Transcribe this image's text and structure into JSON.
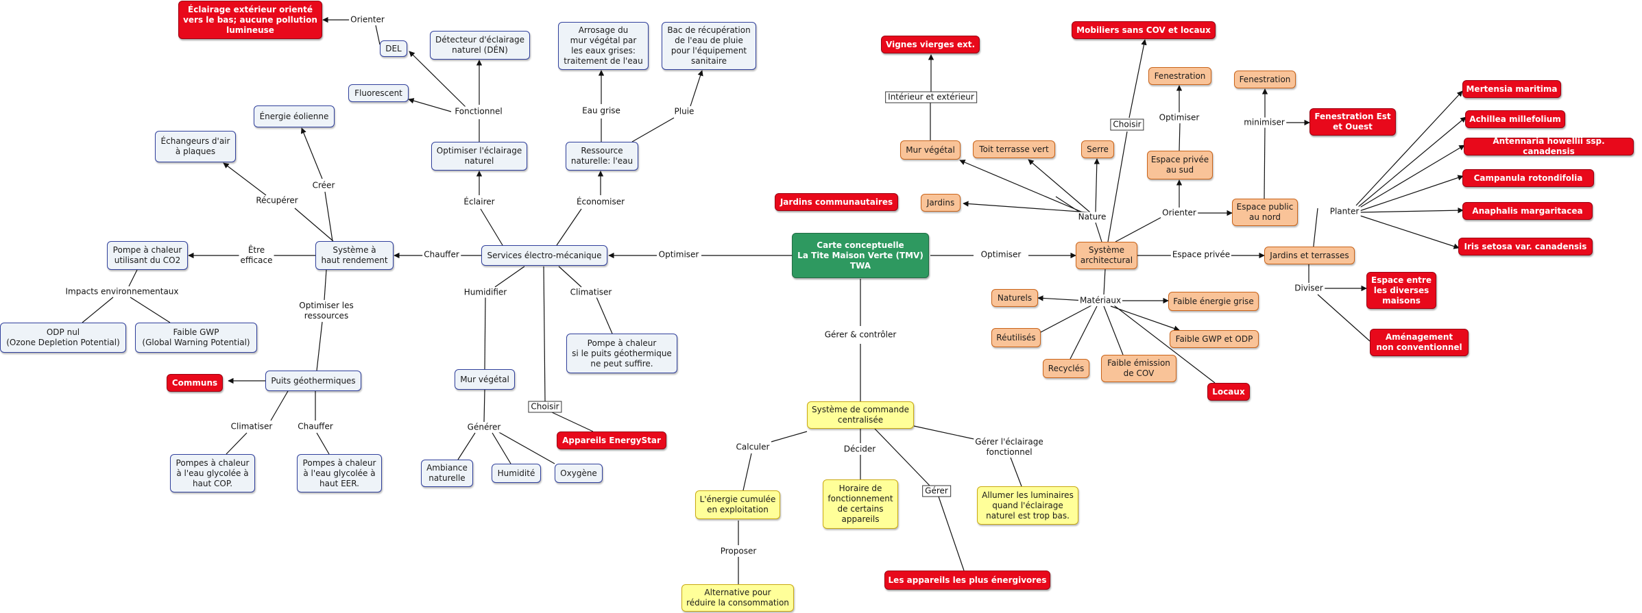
{
  "colors": {
    "concept_blue": "#eef3f8",
    "concept_orange": "#f9c398",
    "concept_yellow": "#ffff99",
    "concept_red": "#e8091b",
    "root_green": "#2e9960",
    "line": "#111111"
  },
  "root": {
    "title": "Carte conceptuelle\nLa Tite Maison Verte (TMV)\nTWA"
  },
  "nodes": {
    "eclairage_ext": "Éclairage extérieur orienté\nvers le bas; aucune pollution\nlumineuse",
    "del": "DEL",
    "detecteur": "Détecteur d'éclairage\nnaturel (DÉN)",
    "fluorescent": "Fluorescent",
    "arrosage": "Arrosage du\nmur végétal par\nles eaux grises:\ntraitement de l'eau",
    "bac": "Bac de récupération\nde l'eau de pluie\npour l'équipement\nsanitaire",
    "energie_eolienne": "Énergie éolienne",
    "echangeurs": "Échangeurs d'air\nà plaques",
    "optimiser_eclairage": "Optimiser l'éclairage\nnaturel",
    "ressource_eau": "Ressource\nnaturelle: l'eau",
    "pompe_co2": "Pompe à chaleur\nutilisant du CO2",
    "systeme_haut": "Système à\nhaut rendement",
    "services": "Services électro-mécanique",
    "odp_nul": "ODP nul\n(Ozone Depletion Potential)",
    "faible_gwp": "Faible GWP\n(Global Warning Potential)",
    "pompe_puits": "Pompe à chaleur\nsi le puits géothermique\nne peut suffire.",
    "communs": "Communs",
    "puits": "Puits géothermiques",
    "mur_vegetal_svc": "Mur végétal",
    "appareils_es": "Appareils EnergyStar",
    "pompes_cop": "Pompes à chaleur\nà l'eau glycolée à\nhaut COP.",
    "pompes_eer": "Pompes à chaleur\nà l'eau glycolée à\nhaut EER.",
    "ambiance": "Ambiance\nnaturelle",
    "humidite": "Humidité",
    "oxygene": "Oxygène",
    "systeme_commande": "Système de commande\ncentralisée",
    "energie_cumulee": "L'énergie cumulée\nen exploitation",
    "horaire": "Horaire de\nfonctionnement\nde certains\nappareils",
    "allumer": "Allumer les luminaires\nquand l'éclairage\nnaturel est trop bas.",
    "alternative": "Alternative pour\nréduire la consommation",
    "energivores": "Les appareils les plus énergivores",
    "vignes": "Vignes vierges ext.",
    "mobiliers": "Mobiliers sans COV et locaux",
    "fenestration1": "Fenestration",
    "fenestration2": "Fenestration",
    "mur_vegetal_arch": "Mur végétal",
    "toit_terrasse": "Toit terrasse vert",
    "serre": "Serre",
    "espace_prive_sud": "Espace privée\nau sud",
    "fen_est_ouest": "Fenestration Est\net Ouest",
    "jardins_comm": "Jardins communautaires",
    "jardins": "Jardins",
    "espace_public": "Espace public\nau nord",
    "systeme_arch": "Système\narchitectural",
    "jardins_terrasses": "Jardins et terrasses",
    "naturels": "Naturels",
    "faible_energie_grise": "Faible énergie grise",
    "reutilises": "Réutilisés",
    "faible_gwp_odp": "Faible GWP et ODP",
    "recycles": "Recyclés",
    "faible_cov": "Faible émission\nde COV",
    "locaux": "Locaux",
    "mertensia": "Mertensia maritima",
    "achillea": "Achillea millefolium",
    "antennaria": "Antennaria howellii ssp. canadensis",
    "campanula": "Campanula rotondifolia",
    "anaphalis": "Anaphalis margaritacea",
    "iris": "Iris setosa var. canadensis",
    "espace_diverses": "Espace entre\nles diverses\nmaisons",
    "amenagement": "Aménagement\nnon conventionnel"
  },
  "links": {
    "orienter_1": "Orienter",
    "fonctionnel": "Fonctionnel",
    "eau_grise": "Eau grise",
    "pluie": "Pluie",
    "creer": "Créer",
    "recuperer": "Récupérer",
    "eclairer": "Éclairer",
    "economiser": "Économiser",
    "etre_efficace": "Être\nefficace",
    "chauffer_1": "Chauffer",
    "optimiser_1": "Optimiser",
    "impacts": "Impacts environnementaux",
    "optimiser_ressources": "Optimiser les\nressources",
    "humidifier": "Humidifier",
    "climatiser_1": "Climatiser",
    "choisir_1": "Choisir",
    "generer": "Générer",
    "climatiser_2": "Climatiser",
    "chauffer_2": "Chauffer",
    "gerer_controler": "Gérer & contrôler",
    "calculer": "Calculer",
    "decider": "Décider",
    "gerer_eclairage": "Gérer l'éclairage\nfonctionnel",
    "gerer": "Gérer",
    "proposer": "Proposer",
    "interieur_exterieur": "Intérieur et extérieur",
    "choisir_2": "Choisir",
    "optimiser_3": "Optimiser",
    "minimiser": "minimiser",
    "nature": "Nature",
    "orienter_2": "Orienter",
    "optimiser_2": "Optimiser",
    "espace_privee": "Espace privée",
    "planter": "Planter",
    "materiaux": "Matériaux",
    "diviser": "Diviser"
  }
}
